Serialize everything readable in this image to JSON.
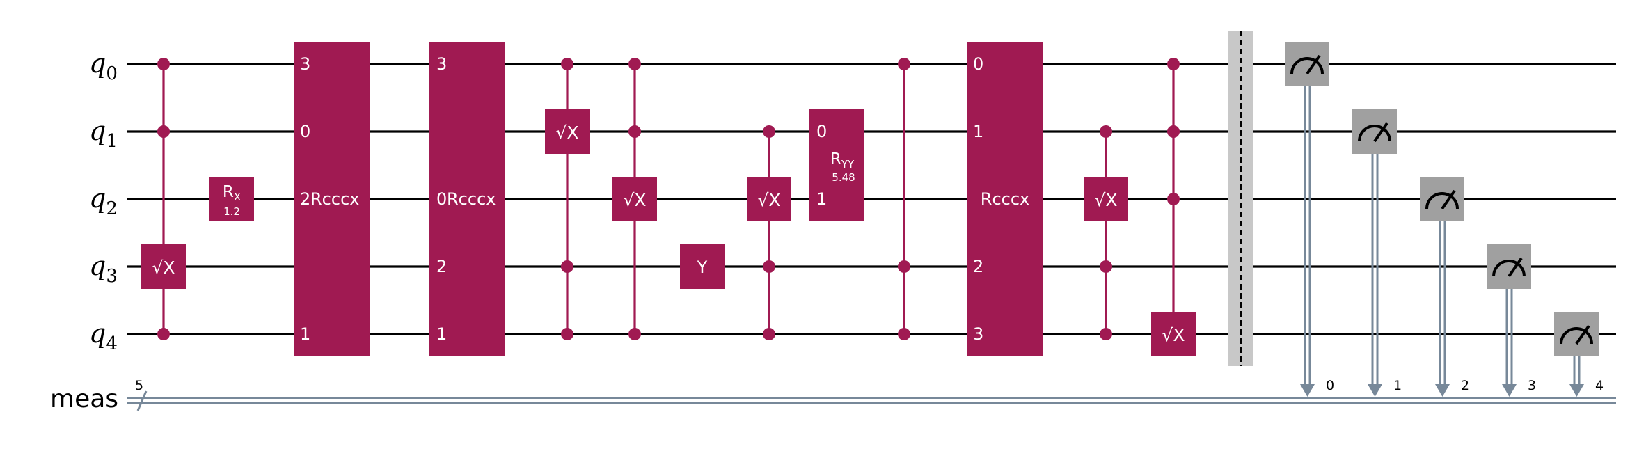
{
  "qubits": [
    {
      "letter": "q",
      "sub": "0"
    },
    {
      "letter": "q",
      "sub": "1"
    },
    {
      "letter": "q",
      "sub": "2"
    },
    {
      "letter": "q",
      "sub": "3"
    },
    {
      "letter": "q",
      "sub": "4"
    }
  ],
  "creg": {
    "name": "meas",
    "size": "5"
  },
  "gates": {
    "sx": "√X",
    "rx": {
      "base": "R",
      "sub": "X",
      "param": "1.2"
    },
    "rcccx": "Rcccx",
    "y": "Y",
    "ryy": {
      "base": "R",
      "sub": "YY",
      "param": "5.48"
    }
  },
  "pins": {
    "rcccx1": [
      "3",
      "0",
      "2",
      "1"
    ],
    "rcccx2": [
      "3",
      "0",
      "2",
      "1"
    ],
    "ryy": [
      "0",
      "1"
    ],
    "rcccx3": [
      "0",
      "1",
      "2",
      "3"
    ]
  },
  "measure_bits": [
    "0",
    "1",
    "2",
    "3",
    "4"
  ],
  "colors": {
    "gate": "#a01a52",
    "measure": "#a0a0a0",
    "classical_wire": "#778899",
    "barrier": "#c8c8c8"
  }
}
